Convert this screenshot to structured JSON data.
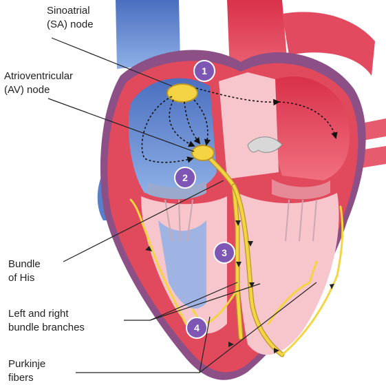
{
  "labels": {
    "sa_node_line1": "Sinoatrial",
    "sa_node_line2": "(SA) node",
    "av_node_line1": "Atrioventricular",
    "av_node_line2": "(AV) node",
    "bundle_his_line1": "Bundle",
    "bundle_his_line2": "of His",
    "branches_line1": "Left and right",
    "branches_line2": "bundle branches",
    "purkinje_line1": "Purkinje",
    "purkinje_line2": "fibers"
  },
  "steps": [
    "1",
    "2",
    "3",
    "4"
  ],
  "colors": {
    "badge": "#7e57b5",
    "conduction": "#f4d442",
    "conduction_outline": "#b7952a",
    "right_chambers": "#6d8fd0",
    "left_chambers": "#e8475a",
    "muscle_outer": "#e04a5c",
    "chamber_interior": "#f7c6cd",
    "pericardium": "#8c4f86"
  }
}
